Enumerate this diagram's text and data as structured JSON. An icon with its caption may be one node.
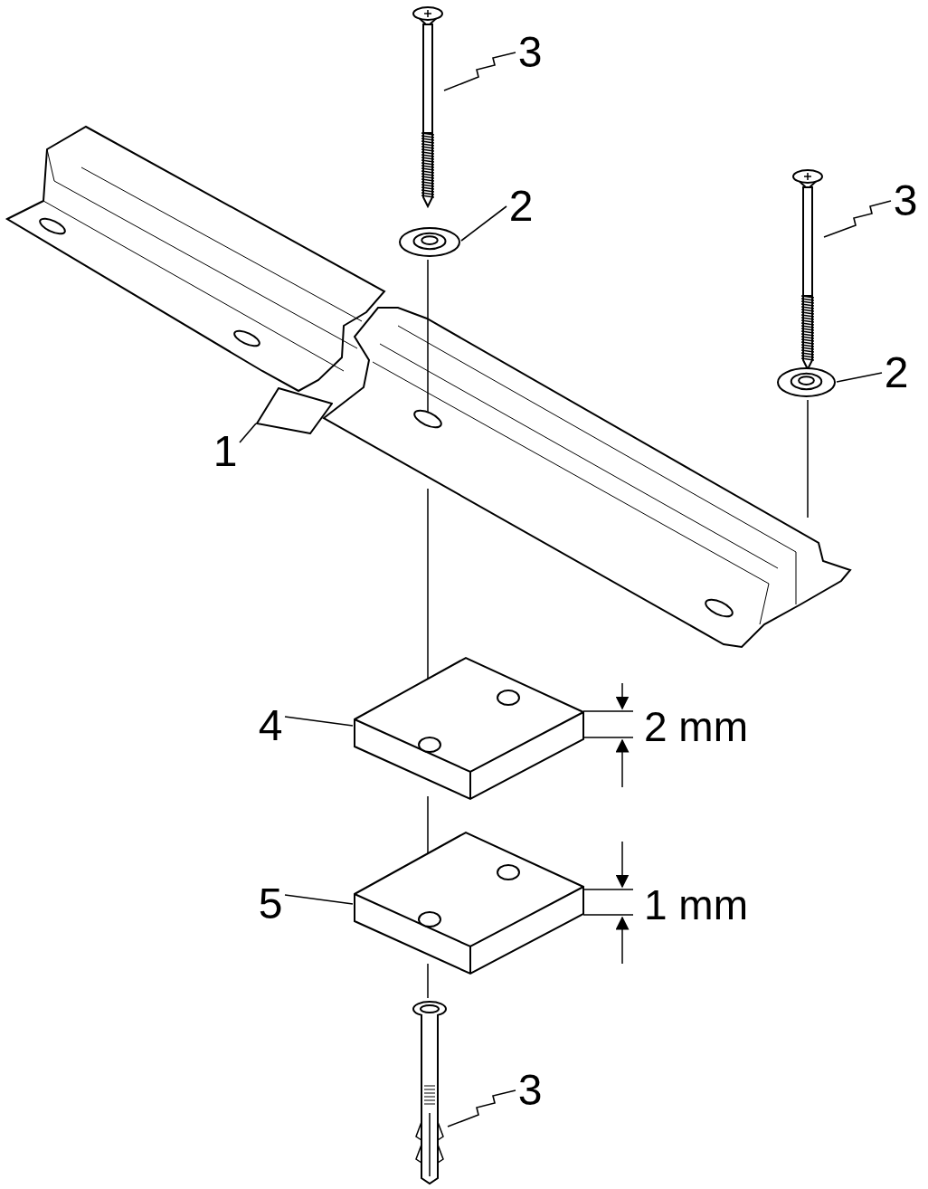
{
  "diagram": {
    "nodes": [
      {
        "text": [
          "3"
        ]
      },
      {
        "text": [],
        "shape": "picture"
      },
      {
        "text": [
          "2"
        ]
      },
      {
        "text": [],
        "shape": "picture"
      },
      {
        "text": [
          "3"
        ]
      },
      {
        "text": [],
        "shape": "picture"
      },
      {
        "text": [
          "2"
        ]
      },
      {
        "text": [],
        "shape": "picture"
      },
      {
        "text": [
          "1"
        ]
      },
      {
        "text": [],
        "shape": "picture"
      },
      {
        "text": [
          "4"
        ]
      },
      {
        "text": [],
        "shape": "picture"
      },
      {
        "text": [
          "5"
        ]
      },
      {
        "text": [],
        "shape": "picture"
      },
      {
        "text": [
          "3"
        ]
      },
      {
        "text": [],
        "shape": "picture"
      }
    ],
    "edges": [
      {
        "from": 0,
        "to": 1,
        "arrow": "none"
      },
      {
        "from": 2,
        "to": 3,
        "arrow": "none"
      },
      {
        "from": 4,
        "to": 5,
        "arrow": "none"
      },
      {
        "from": 6,
        "to": 7,
        "arrow": "none"
      },
      {
        "from": 8,
        "to": 9,
        "arrow": "none"
      },
      {
        "from": 10,
        "to": 11,
        "arrow": "none"
      },
      {
        "from": 12,
        "to": 13,
        "arrow": "none"
      },
      {
        "from": 14,
        "to": 15,
        "arrow": "none"
      }
    ],
    "labels": [
      "2 mm",
      "1 mm"
    ]
  }
}
